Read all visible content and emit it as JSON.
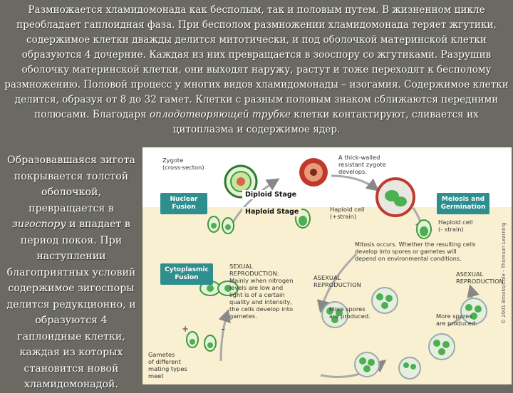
{
  "top_paragraph": {
    "part1": "Размножается хламидомонада как бесполым, так и половым путем. В жизненном цикле преобладает гаплоидная фаза. При бесполом размножении хламидомонада теряет жгутики, содержимое клетки дважды делится митотически, и под оболочкой материнской клетки образуются 4 дочерние. Каждая из них превращается в зооспору со жгутиками. Разрушив оболочку материнской клетки, они выходят наружу, растут и тоже переходят к бесполому размножению. Половой процесс у многих видов хламидомонады – изогамия. Содержимое клетки делится, образуя от 8 до 32 гамет. Клетки с разным половым знаком сближаются передними полюсами. Благодаря ",
    "emphasis": "оплодотворяющей трубке",
    "part2": " клетки контактируют, сливается их цитоплазма и содержимое ядер."
  },
  "left_paragraph": {
    "part1": "Образовавшаяся зигота покрывается толстой оболочкой, превращается в ",
    "emphasis": "зигоспору",
    "part2": " и впадает в период покоя. При наступлении благоприятных условий содержимое зигоспоры делится редукционно, и образуются 4 гаплоидные клетки, каждая из которых становится новой хламидомонадой."
  },
  "diagram": {
    "zygote_label": "Zygote\n(cross-secton)",
    "thick_walled_label": "A thick-walled\nresistant zygote\ndevelops.",
    "diploid_stage": "Diploid Stage",
    "haploid_stage": "Haploid Stage",
    "nuclear_fusion": "Nuclear\nFusion",
    "meiosis": "Meiosis and\nGermination",
    "haploid_plus": "Haploid cell\n(+strain)",
    "haploid_minus": "Haploid cell\n(- strain)",
    "mitosis_text": "Mitosis occurs. Whether the resulting cells\ndevelop into spores or gametes will\ndepend on environmental conditions.",
    "cytoplasmic_fusion": "Cytoplasmic\nFusion",
    "sexual_repro": "SEXUAL\nREPRODUCTION:\nMainly when nitrogen\nlevels are low and\nlight is of a certain\nquality and intensity,\nthe cells develop into\ngametes.",
    "asexual_repro_mid": "ASEXUAL\nREPRODUCTION",
    "asexual_repro_right": "ASEXUAL\nREPRODUCTION",
    "more_spores_1": "More spores\nare produced.",
    "more_spores_2": "More spores\nare produced.",
    "gametes": "Gametes\nof different\nmating types\nmeet",
    "copyright": "© 2001 Brooks/Cole - Thomson Learning",
    "plus_sign": "+",
    "minus_sign": "–"
  },
  "colors": {
    "slide_bg": "#6b6a62",
    "teal": "#2f8e8e",
    "diploid_band": "#ffffff",
    "haploid_band": "#f8f0d0",
    "cell_green": "#3a9a3a",
    "zygote_red": "#c0392b"
  }
}
